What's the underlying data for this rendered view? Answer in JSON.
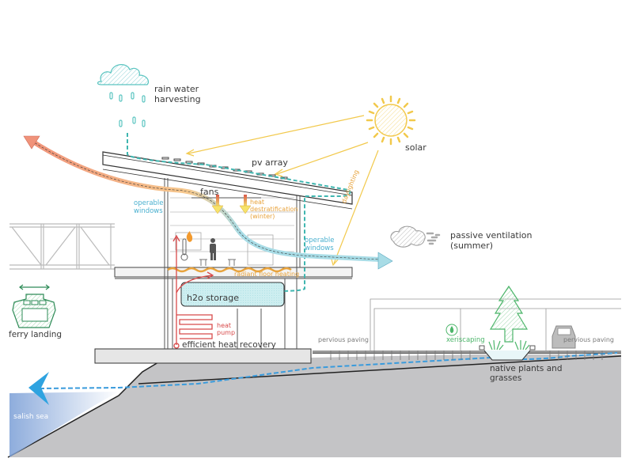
{
  "title": "Sustainable building section diagram",
  "labels": {
    "rainwater": [
      "rain water",
      "harvesting"
    ],
    "solar": "solar",
    "pv_array": "pv array",
    "fans": "fans",
    "heat_destratification": [
      "heat",
      "destratification",
      "(winter)"
    ],
    "operable_windows_left": [
      "operable",
      "windows"
    ],
    "operable_windows_right": [
      "operable",
      "windows"
    ],
    "daylighting": "daylighting",
    "passive_ventilation": [
      "passive ventilation",
      "(summer)"
    ],
    "radiant_floor_heating": "radiant floor heating",
    "h2o_storage": "h2o storage",
    "heat_pump": [
      "heat",
      "pump"
    ],
    "efficient_heat_recovery": "efficient heat recovery",
    "ferry_landing": "ferry landing",
    "salish_sea": "salish sea",
    "pervious_paving_left": "pervious paving",
    "pervious_paving_right": "pervious paving",
    "xeriscaping": "xeriscaping",
    "native_plants": [
      "native plants and",
      "grasses"
    ]
  },
  "icons": {
    "cloud_rain": "rain-cloud-icon",
    "sun": "sun-icon",
    "wind_cloud": "wind-cloud-icon",
    "ferry": "ferry-icon",
    "tree": "tree-icon",
    "car": "car-icon",
    "water_drop": "water-drop-icon",
    "person": "person-icon",
    "flame": "flame-icon",
    "thermometer": "thermometer-icon"
  },
  "colors": {
    "water": "#4ab0cf",
    "rain": "#5ac4c0",
    "solar": "#f2c94c",
    "warm_air": "#f0937a",
    "cool_air": "#a8dce6",
    "heat": "#e8a33c",
    "heat_pump": "#d84a4a",
    "green": "#4cb56a",
    "ground": "#c4c4c6",
    "sea": "#7a9ed6"
  }
}
